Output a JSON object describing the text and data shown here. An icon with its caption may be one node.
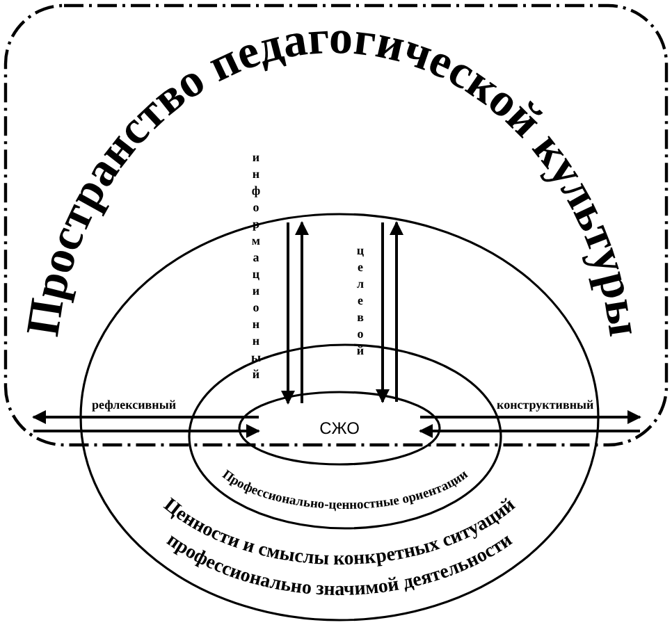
{
  "diagram": {
    "nodes": [
      {
        "text": [
          "Пространство педагогической культуры"
        ]
      },
      {
        "text": [
          "Ценности и смыслы конкретных ситуаций профессионально значимой деятельности"
        ]
      },
      {
        "text": [
          "Профессионально-ценностные ориентации"
        ],
        "in": 1
      },
      {
        "text": [
          "СЖО"
        ],
        "in": 2
      }
    ],
    "edges": [
      {
        "from": 3,
        "to": 0,
        "arrow": "to",
        "label": "рефлексивный"
      },
      {
        "from": 0,
        "to": 3,
        "arrow": "to"
      },
      {
        "from": 0,
        "to": 3,
        "arrow": "to",
        "label": "информационный"
      },
      {
        "from": 3,
        "to": 0,
        "arrow": "to"
      },
      {
        "from": 0,
        "to": 3,
        "arrow": "to",
        "label": "целевой"
      },
      {
        "from": 3,
        "to": 0,
        "arrow": "to"
      },
      {
        "from": 3,
        "to": 0,
        "arrow": "to",
        "label": "конструктивный"
      },
      {
        "from": 0,
        "to": 3,
        "arrow": "to"
      }
    ]
  }
}
